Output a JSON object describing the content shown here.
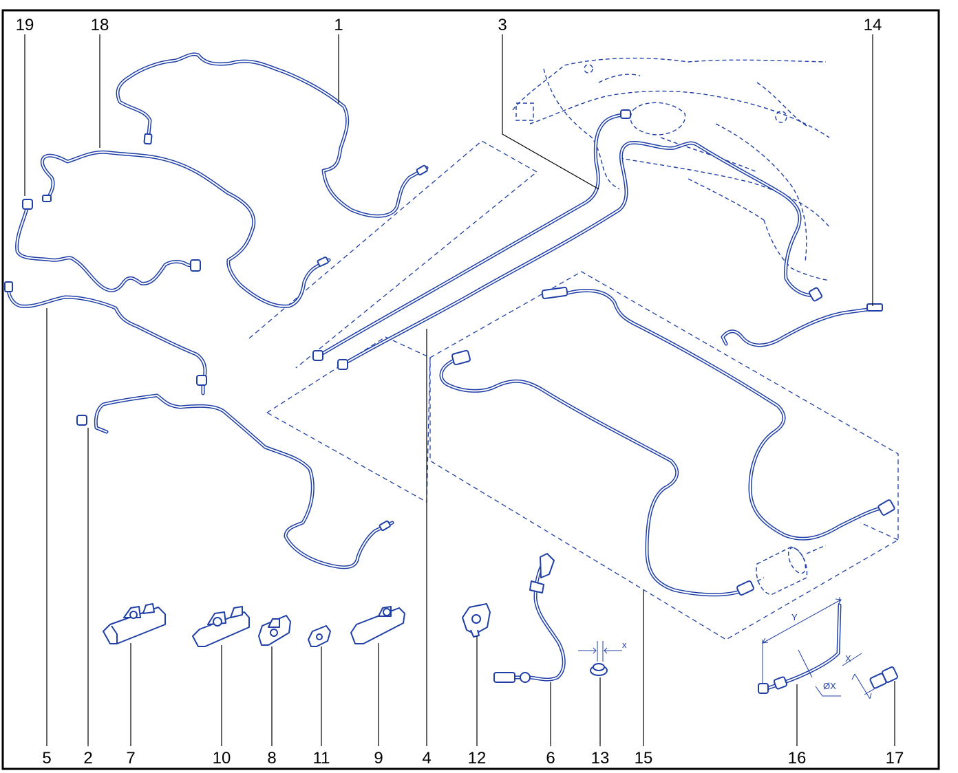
{
  "callouts": {
    "c19": "19",
    "c18": "18",
    "c1": "1",
    "c3": "3",
    "c14": "14",
    "c5": "5",
    "c2": "2",
    "c7": "7",
    "c10": "10",
    "c8": "8",
    "c11": "11",
    "c9": "9",
    "c4": "4",
    "c12": "12",
    "c6": "6",
    "c13": "13",
    "c15": "15",
    "c16": "16",
    "c17": "17"
  },
  "dimensions": {
    "length_y": "Y",
    "thickness_x": "X",
    "diameter_x": "ØX",
    "washer_x": "x"
  },
  "colors": {
    "line": "#1f3fa6",
    "frame": "#000000",
    "background": "#ffffff"
  }
}
